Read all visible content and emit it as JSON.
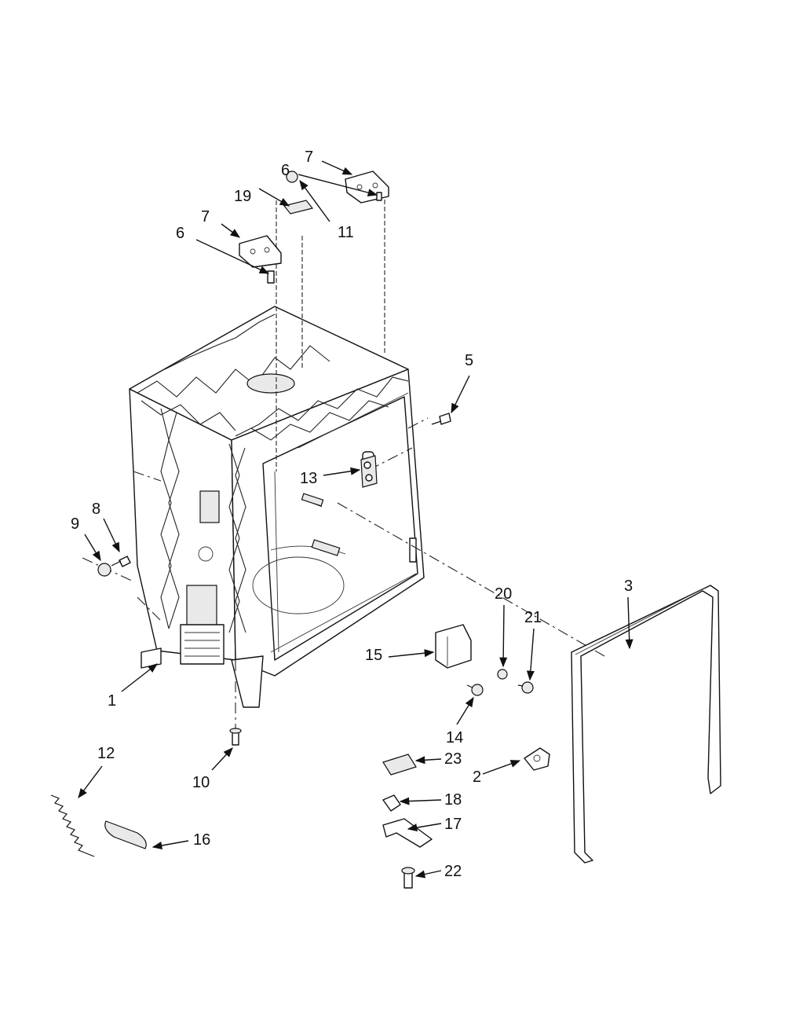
{
  "diagram": {
    "callouts": [
      "7",
      "6",
      "19",
      "11",
      "7",
      "6",
      "5",
      "13",
      "8",
      "9",
      "1",
      "3",
      "20",
      "21",
      "15",
      "14",
      "23",
      "2",
      "18",
      "17",
      "22",
      "12",
      "10",
      "16"
    ],
    "colors": {
      "ink": "#111111",
      "paper": "#ffffff"
    }
  }
}
